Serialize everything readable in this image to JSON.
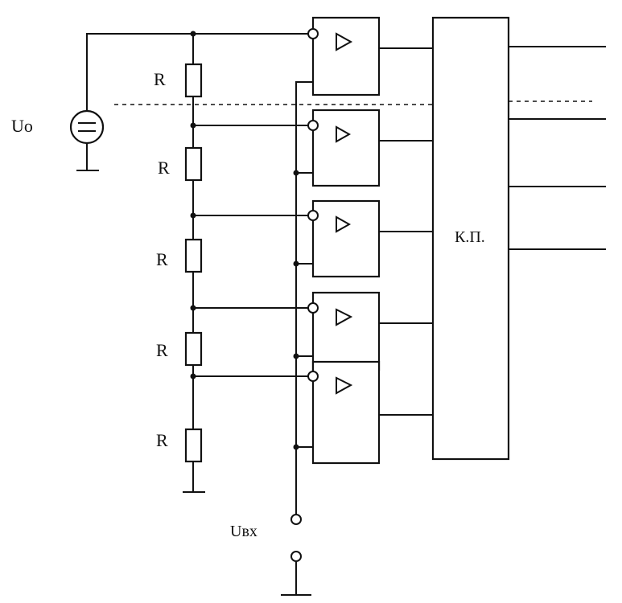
{
  "labels": {
    "resistor": "R",
    "supply": "Uo",
    "input": "Uвх",
    "block": "К.П."
  },
  "comparator_count": 5,
  "resistor_count": 5,
  "output_count": 4
}
